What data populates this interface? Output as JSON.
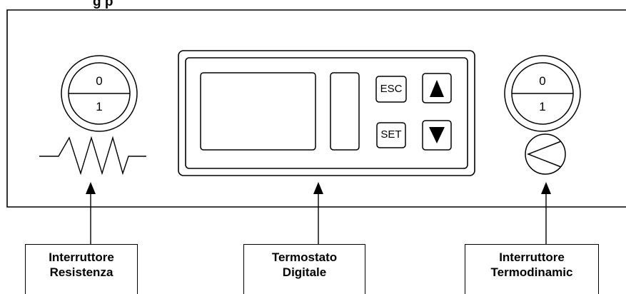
{
  "header": {
    "title_fragment": "g          p"
  },
  "display": {
    "esc_label": "ESC",
    "set_label": "SET"
  },
  "left_switch": {
    "top": "0",
    "bottom": "1"
  },
  "right_switch": {
    "top": "0",
    "bottom": "1"
  },
  "callouts": [
    {
      "line1": "Interruttore",
      "line2": "Resistenza"
    },
    {
      "line1": "Termostato",
      "line2": "Digitale"
    },
    {
      "line1": "Interruttore",
      "line2": "Termodinamic"
    }
  ]
}
